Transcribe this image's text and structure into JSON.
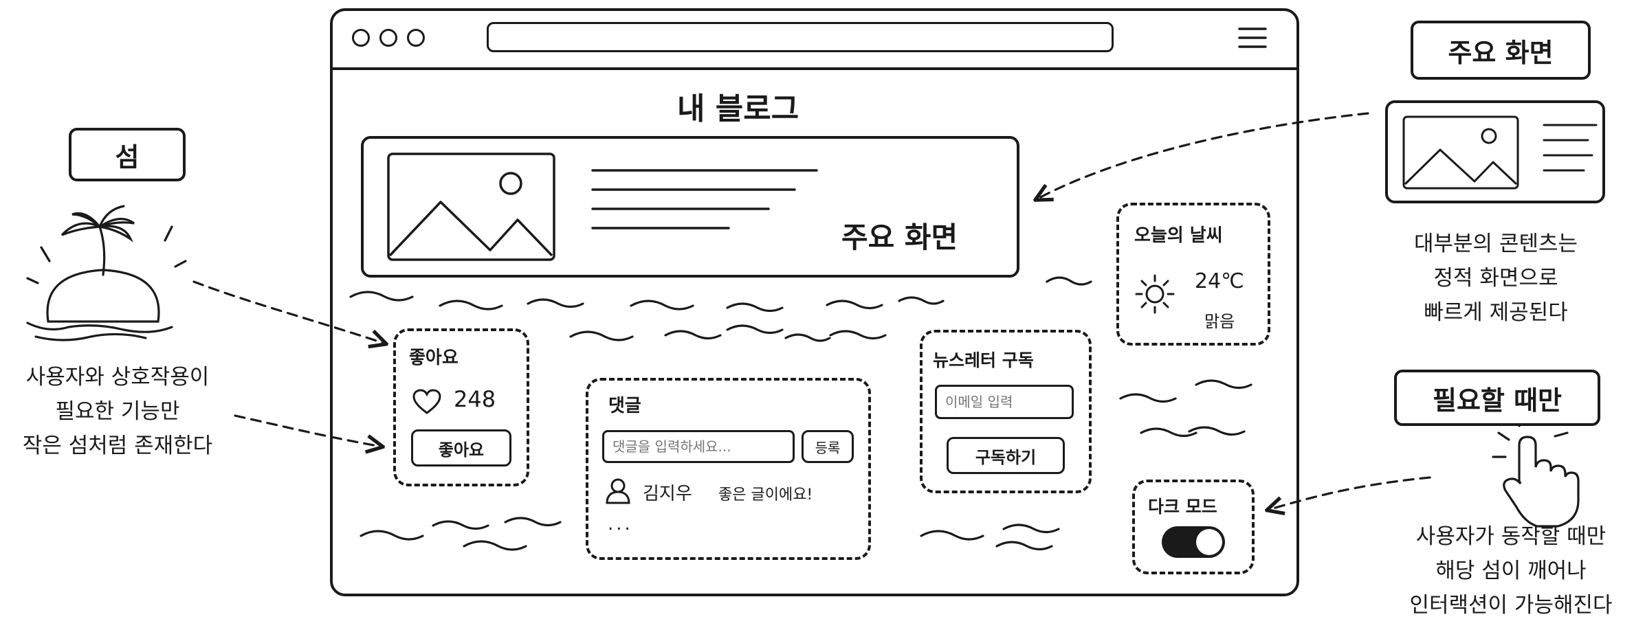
{
  "browser": {
    "page_title": "내 블로그",
    "main_area_label": "주요 화면"
  },
  "weather": {
    "title": "오늘의 날씨",
    "temp": "24℃",
    "condition": "맑음"
  },
  "like": {
    "title": "좋아요",
    "count": "248",
    "button": "좋아요"
  },
  "comments": {
    "title": "댓글",
    "placeholder": "댓글을 입력하세요...",
    "submit": "등록",
    "author": "김지우",
    "text": "좋은 글이에요!",
    "more": "..."
  },
  "newsletter": {
    "title": "뉴스레터 구독",
    "email_placeholder": "이메일 입력",
    "button": "구독하기"
  },
  "darkmode": {
    "title": "다크 모드",
    "enabled": true
  },
  "annotations": {
    "island": {
      "tag": "섬",
      "lines": [
        "사용자와 상호작용이",
        "필요한 기능만",
        "작은 섬처럼 존재한다"
      ]
    },
    "main": {
      "tag": "주요 화면",
      "lines": [
        "대부분의 콘텐츠는",
        "정적 화면으로",
        "빠르게 제공된다"
      ]
    },
    "ondemand": {
      "tag": "필요할 때만",
      "lines": [
        "사용자가 동작할 때만",
        "해당 섬이 깨어나",
        "인터랙션이 가능해진다"
      ]
    }
  },
  "colors": {
    "ink": "#1a1a1a",
    "background": "#ffffff"
  }
}
